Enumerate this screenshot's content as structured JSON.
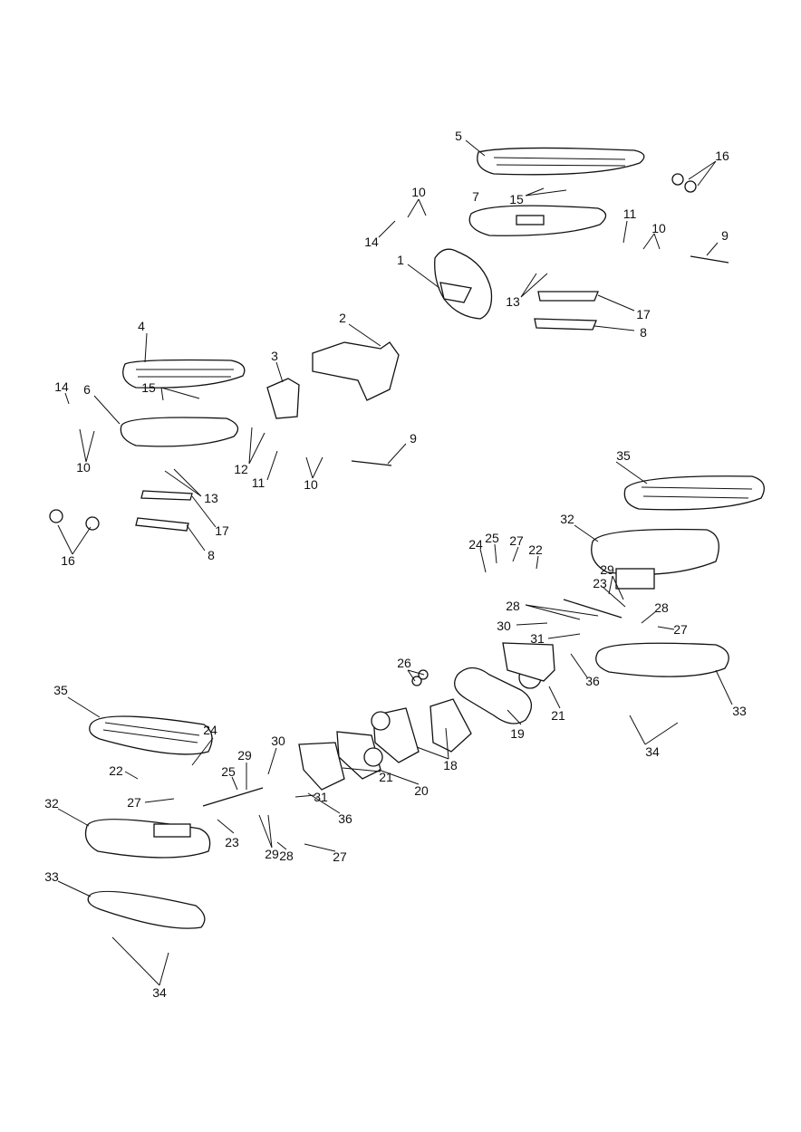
{
  "diagram": {
    "type": "exploded parts diagram",
    "callouts": [
      "5",
      "16",
      "15",
      "10",
      "7",
      "14",
      "11",
      "10",
      "9",
      "1",
      "13",
      "17",
      "8",
      "2",
      "4",
      "3",
      "15",
      "14",
      "6",
      "10",
      "12",
      "11",
      "10",
      "9",
      "13",
      "17",
      "16",
      "8",
      "35",
      "32",
      "24",
      "25",
      "27",
      "22",
      "29",
      "23",
      "28",
      "28",
      "30",
      "27",
      "31",
      "36",
      "26",
      "33",
      "34",
      "21",
      "19",
      "18",
      "35",
      "24",
      "30",
      "29",
      "22",
      "25",
      "21",
      "20",
      "32",
      "27",
      "31",
      "36",
      "23",
      "29",
      "28",
      "27",
      "33",
      "34"
    ]
  }
}
